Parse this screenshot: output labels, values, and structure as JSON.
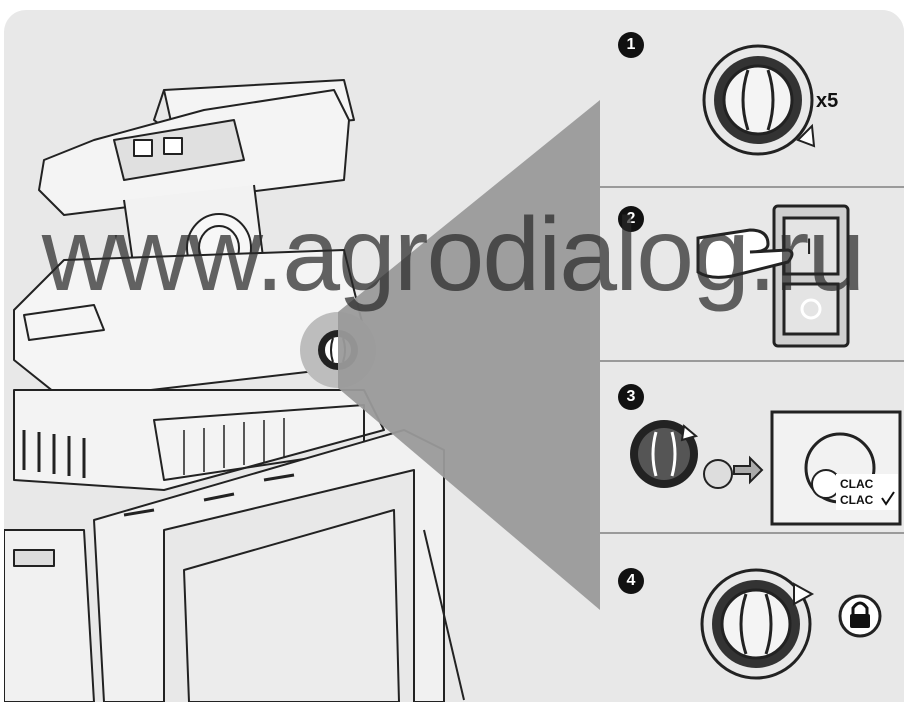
{
  "steps": [
    {
      "number": "1",
      "turns_label": "x5"
    },
    {
      "number": "2",
      "switch_on_label": "I",
      "switch_off_label": "O"
    },
    {
      "number": "3",
      "clac_label_1": "CLAC",
      "clac_label_2": "CLAC"
    },
    {
      "number": "4"
    }
  ],
  "watermark": "www.agrodialog.ru",
  "colors": {
    "background": "#e8e8e8",
    "cone": "#9a9a9a",
    "badge": "#111111",
    "switch_on": "#d7d7d7"
  },
  "icons": {
    "step1": "knob-rotate-icon",
    "step2": "hand-pressing-switch-icon",
    "step3": "knob-to-blade-icon",
    "step4": "padlock-icon"
  }
}
